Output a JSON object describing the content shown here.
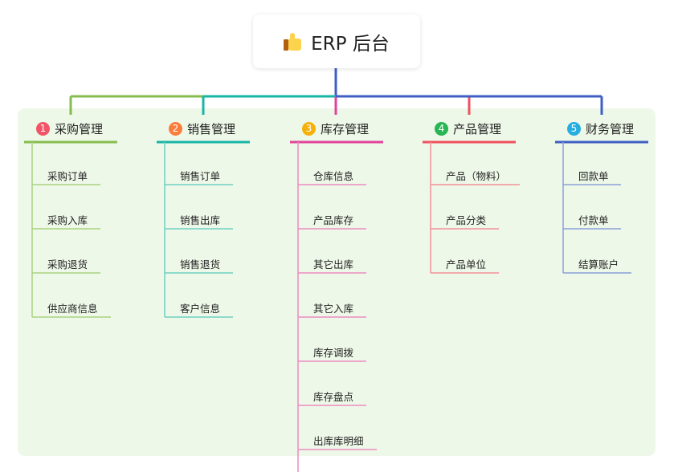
{
  "root": {
    "title": "ERP 后台",
    "icon": "thumbs-up-icon"
  },
  "branches": [
    {
      "number": "1",
      "label": "采购管理",
      "color": "#86bc4f",
      "badge_color": "#f25467",
      "child_color": "#a9d27f",
      "children": [
        "采购订单",
        "采购入库",
        "采购退货",
        "供应商信息"
      ]
    },
    {
      "number": "2",
      "label": "销售管理",
      "color": "#17b5a6",
      "badge_color": "#fb7d3c",
      "child_color": "#6fd0c2",
      "children": [
        "销售订单",
        "销售出库",
        "销售退货",
        "客户信息"
      ]
    },
    {
      "number": "3",
      "label": "库存管理",
      "color": "#e0449a",
      "badge_color": "#f5b10a",
      "child_color": "#ec8cc0",
      "children": [
        "仓库信息",
        "产品库存",
        "其它出库",
        "其它入库",
        "库存调拨",
        "库存盘点",
        "出库库明细"
      ]
    },
    {
      "number": "4",
      "label": "产品管理",
      "color": "#f0515f",
      "badge_color": "#27b653",
      "child_color": "#f48f98",
      "children": [
        "产品（物料）",
        "产品分类",
        "产品单位"
      ]
    },
    {
      "number": "5",
      "label": "财务管理",
      "color": "#3f5fc4",
      "badge_color": "#27aee0",
      "child_color": "#8aa0d8",
      "children": [
        "回款单",
        "付款单",
        "结算账户"
      ]
    }
  ]
}
